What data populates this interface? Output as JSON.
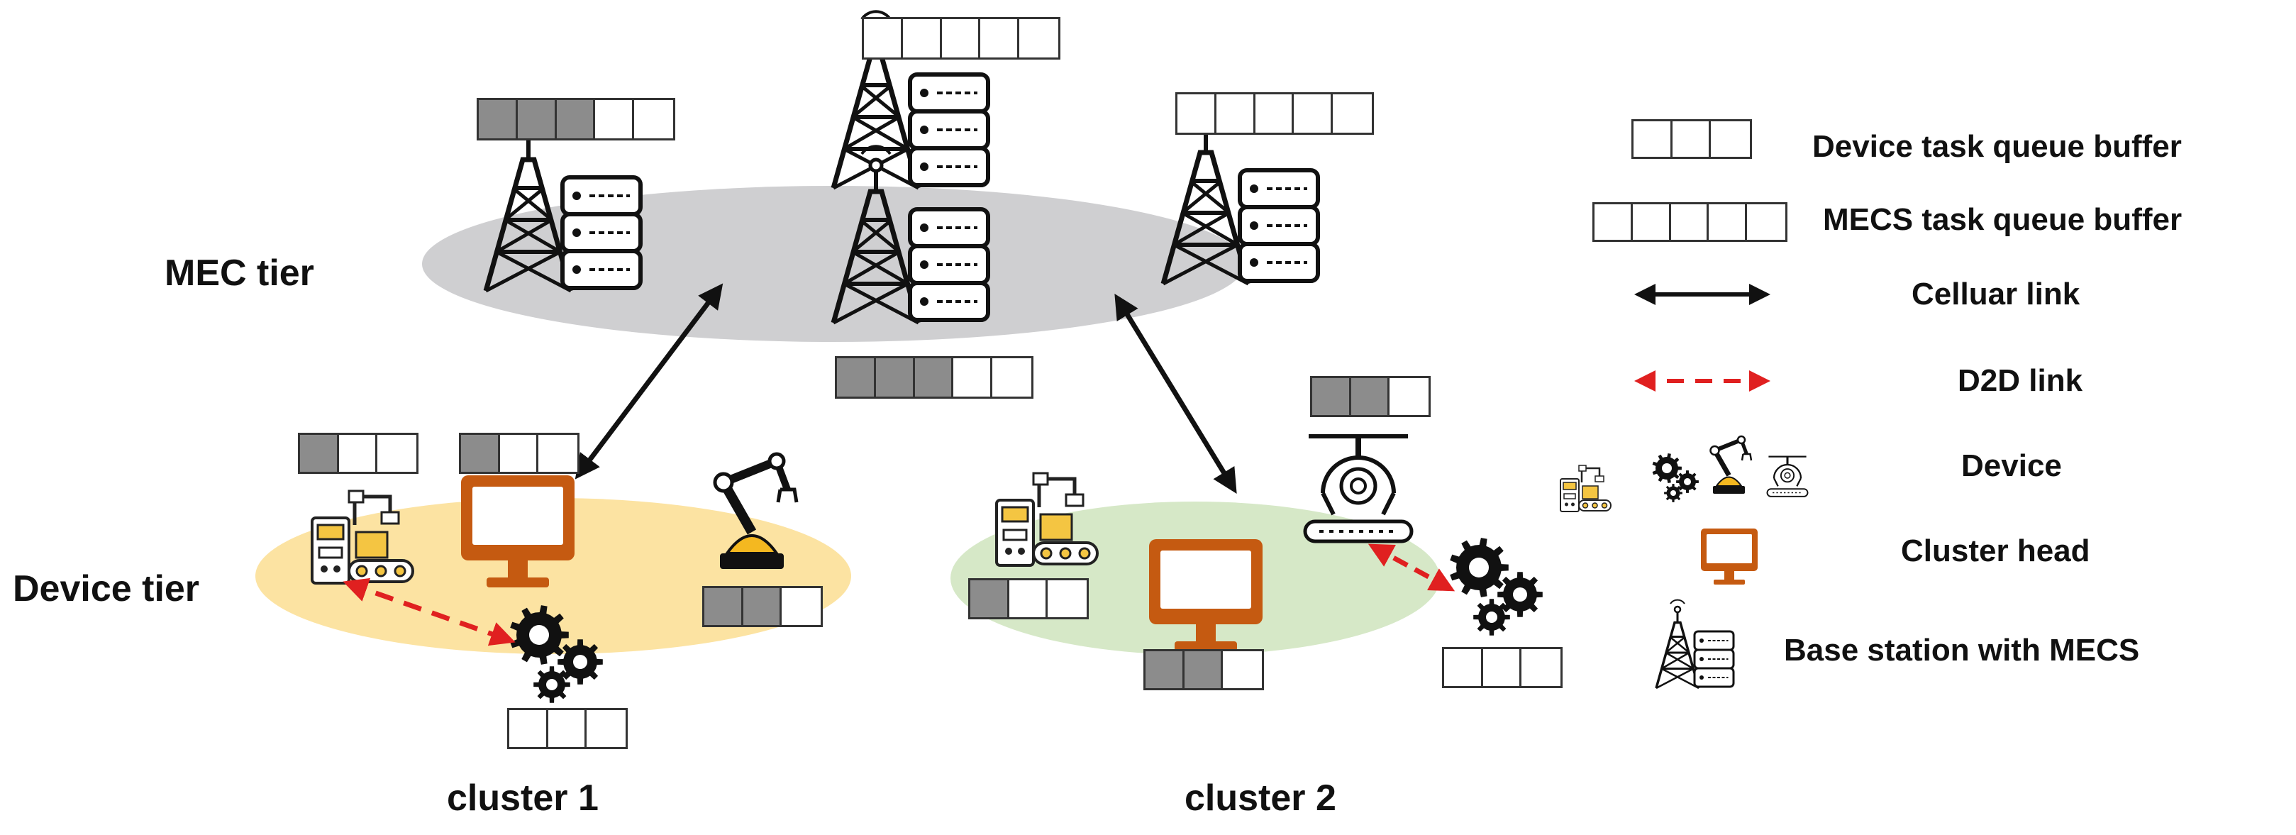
{
  "tiers": {
    "mec": "MEC tier",
    "device": "Device tier"
  },
  "clusters": [
    {
      "label": "cluster 1",
      "region_color": "#fce3a2"
    },
    {
      "label": "cluster 2",
      "region_color": "#d6e8c7"
    }
  ],
  "mec_region_color": "#cfcfd1",
  "colors": {
    "cellular_link": "#111111",
    "d2d_link": "#e02020",
    "cluster_head": "#c55a11",
    "queue_filled": "#8c8c8c"
  },
  "legend": {
    "device_queue": "Device task queue buffer",
    "mecs_queue": "MECS task queue buffer",
    "cellular": "Celluar link",
    "d2d": "D2D link",
    "device": "Device",
    "cluster_head": "Cluster head",
    "base_station": "Base station with MECS"
  },
  "queues": {
    "mecs_top": {
      "slots": 5,
      "filled": 0
    },
    "mecs_left": {
      "slots": 5,
      "filled": 3
    },
    "mecs_right": {
      "slots": 5,
      "filled": 0
    },
    "mecs_bottom": {
      "slots": 5,
      "filled": 3
    },
    "c1_factory": {
      "slots": 3,
      "filled": 1
    },
    "c1_head": {
      "slots": 3,
      "filled": 1
    },
    "c1_robot": {
      "slots": 3,
      "filled": 2
    },
    "c1_gears": {
      "slots": 3,
      "filled": 0
    },
    "c2_factory": {
      "slots": 3,
      "filled": 1
    },
    "c2_head": {
      "slots": 3,
      "filled": 2
    },
    "c2_claw": {
      "slots": 3,
      "filled": 2
    },
    "c2_gears": {
      "slots": 3,
      "filled": 0
    },
    "legend_device": {
      "slots": 3,
      "filled": 0
    },
    "legend_mecs": {
      "slots": 5,
      "filled": 0
    }
  },
  "icons": {
    "base_station": "tower-server-icon",
    "cluster_head": "monitor-icon",
    "device_factory": "factory-machine-icon",
    "device_gears": "gears-icon",
    "device_robot": "robot-arm-icon",
    "device_claw": "claw-conveyor-icon"
  }
}
